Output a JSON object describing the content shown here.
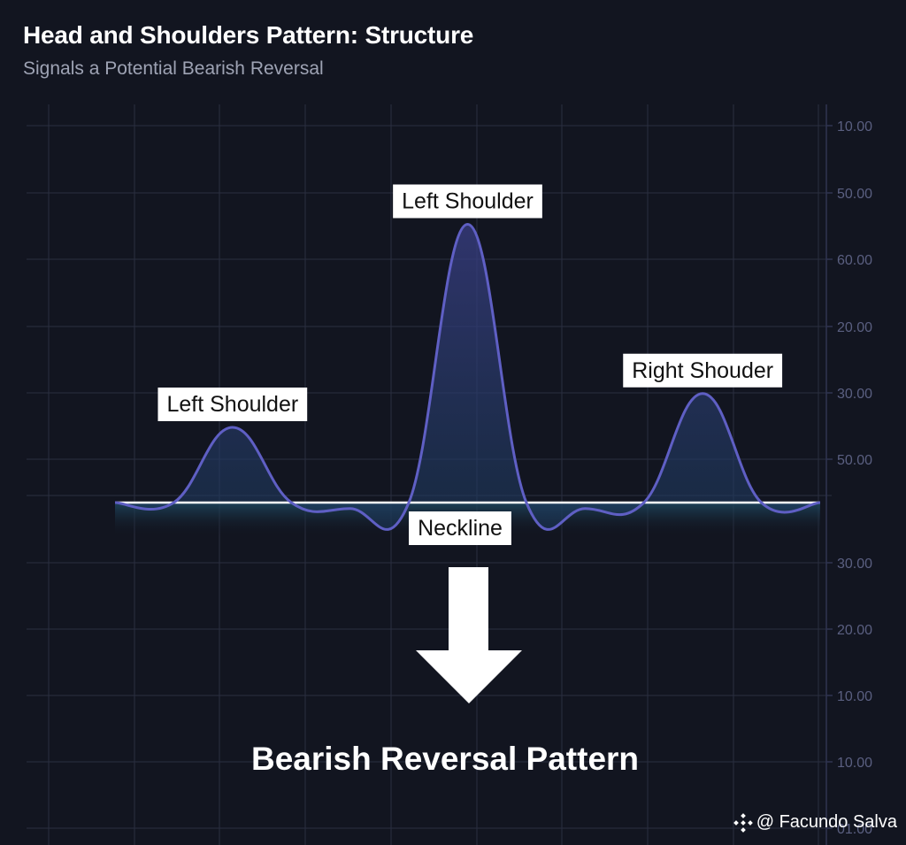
{
  "header": {
    "title": "Head and Shoulders Pattern: Structure",
    "subtitle": "Signals a Potential Bearish Reversal"
  },
  "chart_data": {
    "type": "line",
    "y_tick_labels": [
      "10.00",
      "50.00",
      "60.00",
      "20.00",
      "30.00",
      "50.00",
      "30.00",
      "20.00",
      "10.00",
      "10.00",
      "01.00"
    ],
    "x_tick_labels": [],
    "grid": true,
    "series": [
      {
        "points": [
          {
            "x": 0,
            "y": 0
          },
          {
            "x": 1,
            "y": 0
          },
          {
            "x": 2,
            "y": 1
          },
          {
            "x": 3,
            "y": 0
          },
          {
            "x": 4,
            "y": -0.08
          },
          {
            "x": 5,
            "y": 0
          },
          {
            "x": 6,
            "y": 3.7
          },
          {
            "x": 7,
            "y": 0
          },
          {
            "x": 8,
            "y": -0.08
          },
          {
            "x": 9,
            "y": 0
          },
          {
            "x": 10,
            "y": 1.45
          },
          {
            "x": 11,
            "y": 0
          },
          {
            "x": 12,
            "y": 0
          }
        ]
      }
    ],
    "neckline": {
      "y": 0,
      "label": "Neckline"
    },
    "annotations": [
      {
        "text": "Left Shoulder",
        "x": 2
      },
      {
        "text": "Left Shoulder",
        "x": 6
      },
      {
        "text": "Right Shouder",
        "x": 10
      }
    ],
    "caption": "Bearish Reversal Pattern",
    "line_color": "#5f5fc4",
    "fill_color": "#2b3a6e",
    "grid_color": "#2a2e40",
    "axis_text_color": "#5a5f80"
  },
  "attribution": {
    "text": "@ Facundo Salva",
    "icon": "binance-logo-icon"
  }
}
